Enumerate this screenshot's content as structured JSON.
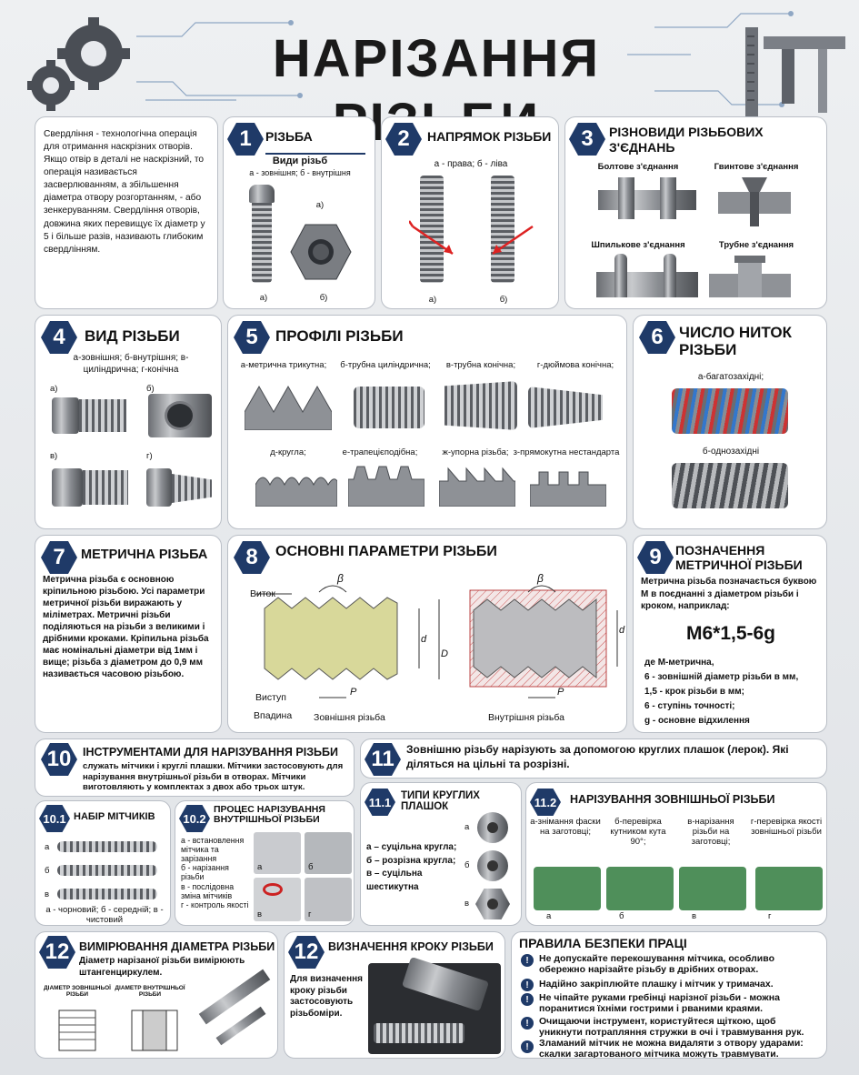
{
  "header": {
    "title": "НАРІЗАННЯ РІЗЬБИ"
  },
  "intro": {
    "text": "Свердління - технологічна операція для отримання наскрізних отворів. Якщо отвір в деталі не наскрізний, то операція називається засверлюванням, а збільшення діаметра отвору розгортанням, - або зенкеруванням. Свердління отворів, довжина яких перевищує їх діаметр у 5 і більше разів, називають глибоким свердлінням."
  },
  "s1": {
    "num": "1",
    "title": "РІЗЬБА",
    "subtitle": "Види різьб",
    "caption": "а - зовнішня; б - внутрішня",
    "a_top": "а)",
    "a": "а)",
    "b": "б)"
  },
  "s2": {
    "num": "2",
    "title": "НАПРЯМОК РІЗЬБИ",
    "caption": "а - права; б - ліва",
    "a": "а)",
    "b": "б)"
  },
  "s3": {
    "num": "3",
    "title": "РІЗНОВИДИ РІЗЬБОВИХ З'ЄДНАНЬ",
    "items": [
      "Болтове з'єднання",
      "Гвинтове з'єднання",
      "Шпилькове з'єднання",
      "Трубне з'єднання"
    ]
  },
  "s4": {
    "num": "4",
    "title": "ВИД РІЗЬБИ",
    "caption": "а-зовнішня; б-внутрішня; в-циліндрична; г-конічна",
    "labels": [
      "а)",
      "б)",
      "в)",
      "г)"
    ]
  },
  "s5": {
    "num": "5",
    "title": "ПРОФІЛІ РІЗЬБИ",
    "row1": [
      "а-метрична трикутна;",
      "б-трубна циліндрична;",
      "в-трубна конічна;",
      "г-дюймова конічна;"
    ],
    "row2": [
      "д-кругла;",
      "е-трапецієподібна;",
      "ж-упорна різьба;",
      "з-прямокутна нестандарта"
    ]
  },
  "s6": {
    "num": "6",
    "title": "ЧИСЛО НИТОК РІЗЬБИ",
    "a": "а-багатозахідні;",
    "b": "б-однозахідні"
  },
  "s7": {
    "num": "7",
    "title": "МЕТРИЧНА РІЗЬБА",
    "text": "Метрична різьба є основною кріпильною різьбою. Усі параметри метричної різьби виражають у міліметрах. Метричні різьби поділяються на різьби з великими і дрібними кроками. Кріпильна різьба має номінальні діаметри від 1мм і вище; різьба з діаметром до 0,9 мм називається часовою різьбою."
  },
  "s8": {
    "num": "8",
    "title": "ОСНОВНІ ПАРАМЕТРИ РІЗЬБИ",
    "vytok": "Виток",
    "vystup": "Виступ",
    "vpadyna": "Впадина",
    "outer": "Зовнішня різьба",
    "inner": "Внутрішня різьба",
    "beta": "β",
    "p": "P",
    "d": "d",
    "D": "D"
  },
  "s9": {
    "num": "9",
    "title": "ПОЗНАЧЕННЯ МЕТРИЧНОЇ РІЗЬБИ",
    "intro": "Метрична різьба позначається буквою М в поєднанні з діаметром різьби і кроком, наприклад:",
    "example": "М6*1,5-6g",
    "lines": [
      "де М-метрична,",
      "6 - зовнішній діаметр різьби в мм,",
      "1,5 - крок різьби в мм;",
      "6 - ступінь точності;",
      "g - основне відхилення"
    ]
  },
  "s10": {
    "num": "10",
    "title": "ІНСТРУМЕНТАМИ ДЛЯ НАРІЗУВАННЯ РІЗЬБИ",
    "text": "служать мітчики і круглі плашки. Мітчики застосовують для нарізування внутрішньої різьби в отворах. Мітчики виготовляють у комплектах з двох або трьох штук."
  },
  "s10_1": {
    "num": "10.1",
    "title": "НАБІР МІТЧИКІВ",
    "labels": [
      "а",
      "б",
      "в"
    ],
    "caption": "а - чорновий; б - середній; в - чистовий"
  },
  "s10_2": {
    "num": "10.2",
    "title": "ПРОЦЕС НАРІЗУВАННЯ ВНУТРІШНЬОЇ РІЗЬБИ",
    "text": "а - встановлення мітчика та зарізання\nб - нарізання різьби\nв - послідовна зміна мітчиків\nг - контроль якості",
    "labels": [
      "а",
      "б",
      "в",
      "г"
    ]
  },
  "s11": {
    "num": "11",
    "text": "Зовнішню різьбу нарізують за допомогою круглих плашок (лерок). Які діляться на цільні та розрізні."
  },
  "s11_1": {
    "num": "11.1",
    "title": "ТИПИ КРУГЛИХ ПЛАШОК",
    "text": "а – суцільна кругла;\nб – розрізна кругла;\nв – суцільна шестикутна",
    "labels": [
      "а",
      "б",
      "в"
    ]
  },
  "s11_2": {
    "num": "11.2",
    "title": "НАРІЗУВАННЯ ЗОВНІШНЬОЇ РІЗЬБИ",
    "steps": [
      "а-знімання фаски на заготовці;",
      "б-перевірка кутником кута 90°;",
      "в-нарізання різьби на заготовці;",
      "г-перевірка якості зовнішньої різьби"
    ],
    "labels": [
      "а",
      "б",
      "в",
      "г"
    ]
  },
  "s12a": {
    "num": "12",
    "title": "ВИМІРЮВАННЯ ДІАМЕТРА РІЗЬБИ",
    "text": "Діаметр нарізаної різьби вимірюють штангенциркулем.",
    "d1": "ДІАМЕТР ЗОВНІШНЬОЇ РІЗЬБИ",
    "d2": "ДІАМЕТР ВНУТРІШНЬОЇ РІЗЬБИ"
  },
  "s12b": {
    "num": "12",
    "title": "ВИЗНАЧЕННЯ КРОКУ РІЗЬБИ",
    "text": "Для визначення кроку різьби застосовують різьбоміри."
  },
  "safety": {
    "title": "ПРАВИЛА БЕЗПЕКИ ПРАЦІ",
    "rules": [
      "Не допускайте перекошування мітчика, особливо обережно нарізайте різьбу в дрібних отворах.",
      "Надійно закріплюйте плашку і мітчик у тримачах.",
      "Не чіпайте руками гребінці нарізної різьби - можна поранитися їхніми гострими і рваними краями.",
      "Очищаючи інструмент, користуйтеся щіткою, щоб уникнути потрапляння стружки в очі і травмування рук.",
      "Зламаний мітчик не можна видаляти з отвору ударами: скалки загартованого мітчика можуть травмувати."
    ]
  }
}
